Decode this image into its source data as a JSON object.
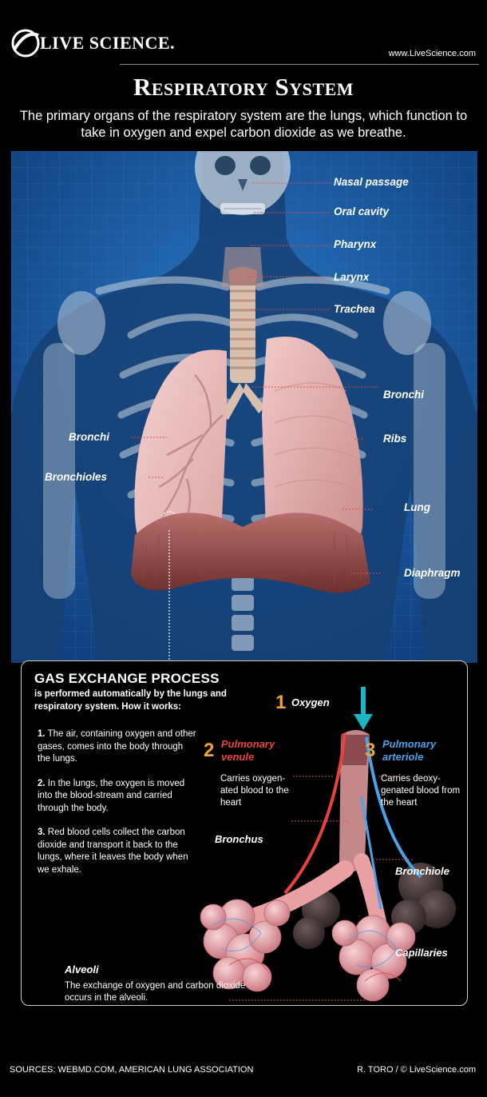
{
  "header": {
    "logo_text": "LIVE SCIENCE.",
    "url": "www.LiveScience.com"
  },
  "title": "Respiratory System",
  "subtitle": "The primary organs of the respiratory system are the lungs, which function to take in oxygen and expel carbon dioxide as we breathe.",
  "figure_labels": {
    "nasal_passage": "Nasal passage",
    "oral_cavity": "Oral cavity",
    "pharynx": "Pharynx",
    "larynx": "Larynx",
    "trachea": "Trachea",
    "bronchi_right": "Bronchi",
    "bronchi_left": "Bronchi",
    "ribs": "Ribs",
    "bronchioles": "Bronchioles",
    "lung": "Lung",
    "diaphragm": "Diaphragm"
  },
  "gas_exchange": {
    "title": "GAS EXCHANGE PROCESS",
    "subtitle": "is performed automatically by the lungs and respiratory system. How it works:",
    "steps": [
      {
        "num": "1.",
        "text": "The air, containing oxygen and other gases, comes into the body through the lungs."
      },
      {
        "num": "2.",
        "text": "In the lungs, the oxygen is moved into the blood-stream and carried through the body."
      },
      {
        "num": "3.",
        "text": "Red blood cells collect the carbon dioxide and transport it back to the lungs, where it leaves the body when we exhale."
      }
    ],
    "oxygen": {
      "num": "1",
      "label": "Oxygen"
    },
    "venule": {
      "num": "2",
      "label": "Pulmonary venule",
      "desc": "Carries oxygen-ated blood to the heart"
    },
    "arteriole": {
      "num": "3",
      "label": "Pulmonary arteriole",
      "desc": "Carries deoxy-genated blood from the heart"
    },
    "bronchus": "Bronchus",
    "bronchiole": "Bronchiole",
    "capillaries": "Capillaries",
    "alveoli_title": "Alveoli",
    "alveoli_desc": "The exchange of oxygen and carbon dioxide occurs in the alveoli."
  },
  "footer": {
    "sources": "SOURCES: WEBMD.COM, AMERICAN LUNG ASSOCIATION",
    "credit": "R. TORO / © LiveScience.com"
  },
  "colors": {
    "background": "#000000",
    "figure_blue": "#1f5fa8",
    "accent_orange": "#f2a23a",
    "venule_red": "#e8443a",
    "arteriole_blue": "#4aa3e8",
    "oxygen_teal": "#19b7c5"
  }
}
